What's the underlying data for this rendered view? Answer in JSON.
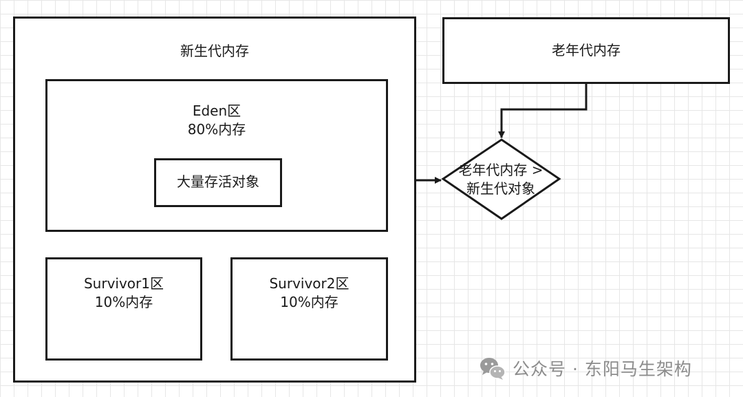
{
  "diagram": {
    "young_gen": {
      "title": "新生代内存"
    },
    "eden": {
      "title_line1": "Eden区",
      "title_line2": "80%内存"
    },
    "live_objects": {
      "label": "大量存活对象"
    },
    "survivor1": {
      "title_line1": "Survivor1区",
      "title_line2": "10%内存"
    },
    "survivor2": {
      "title_line1": "Survivor2区",
      "title_line2": "10%内存"
    },
    "old_gen": {
      "title": "老年代内存"
    },
    "decision": {
      "line1": "老年代内存 >",
      "line2": "新生代对象"
    }
  },
  "watermark": {
    "icon": "wechat-icon",
    "text": "公众号 · 东阳马生架构"
  },
  "colors": {
    "stroke": "#1a1a1a",
    "grid": "#e6e6e6",
    "watermark": "#8c8c8c"
  }
}
